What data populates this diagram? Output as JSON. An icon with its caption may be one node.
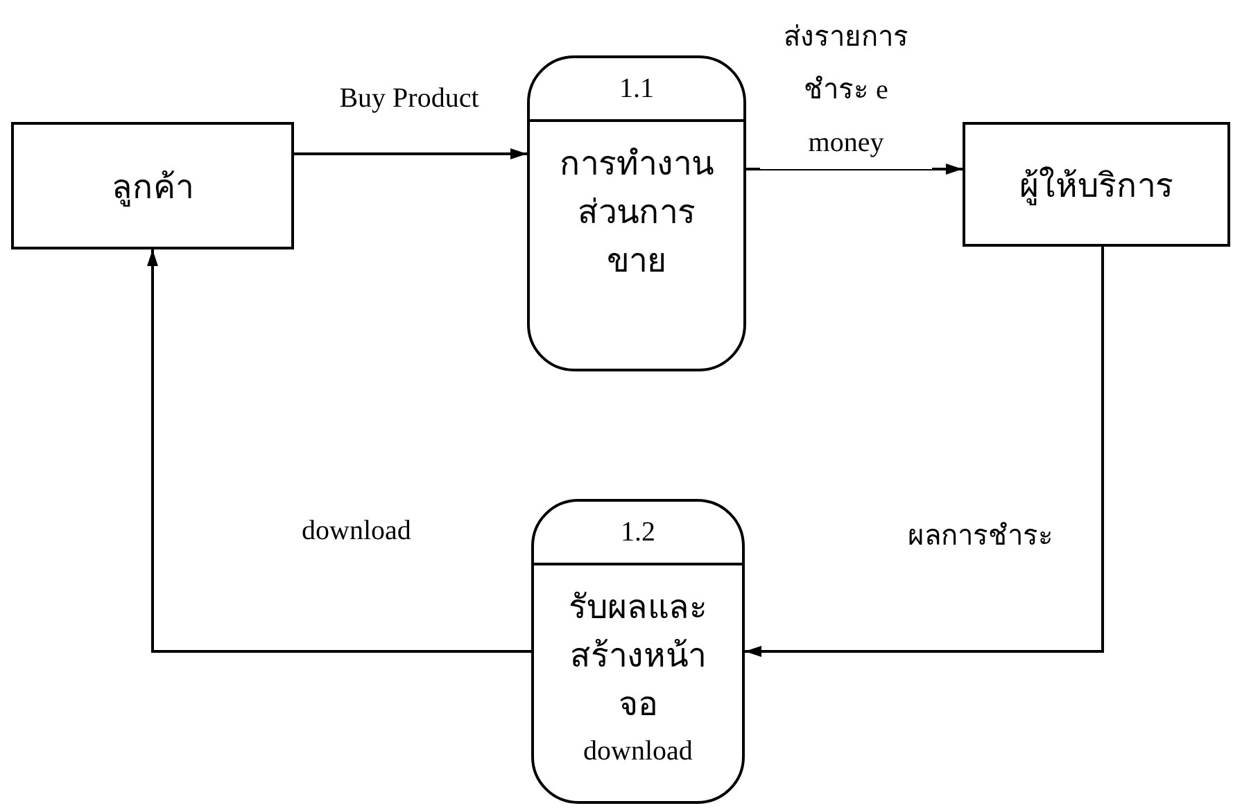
{
  "diagram": {
    "nodes": [
      {
        "text": [
          "ลูกค้า"
        ]
      },
      {
        "text": [
          "1.1",
          "การทำงานส่วนการขาย"
        ]
      },
      {
        "text": [
          "ผู้ให้บริการ"
        ]
      },
      {
        "text": [
          "1.2",
          "รับผลและสร้างหน้าจอ",
          "download"
        ]
      }
    ],
    "edges": [
      {
        "from": 0,
        "to": 1,
        "arrow": "to",
        "label": "Buy Product"
      },
      {
        "from": 1,
        "to": 2,
        "arrow": "to",
        "label": "ส่งรายการชำระ e money"
      },
      {
        "from": 2,
        "to": 3,
        "arrow": "to",
        "label": "ผลการชำระ"
      },
      {
        "from": 3,
        "to": 0,
        "arrow": "to",
        "label": "download"
      }
    ]
  }
}
